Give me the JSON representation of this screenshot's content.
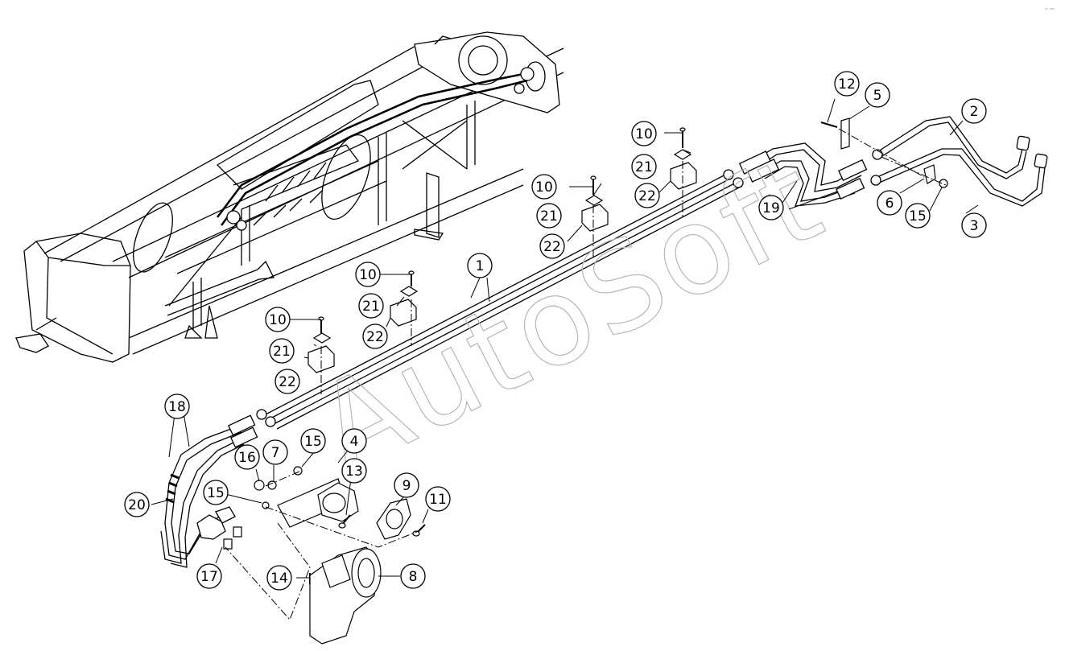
{
  "watermark": "AutoSoft",
  "corner_mark": "₂₀ ₈₈₀",
  "callouts": [
    "1",
    "2",
    "3",
    "4",
    "5",
    "6",
    "7",
    "8",
    "9",
    "10",
    "11",
    "12",
    "13",
    "14",
    "15",
    "16",
    "17",
    "18",
    "19",
    "20",
    "21",
    "22"
  ]
}
